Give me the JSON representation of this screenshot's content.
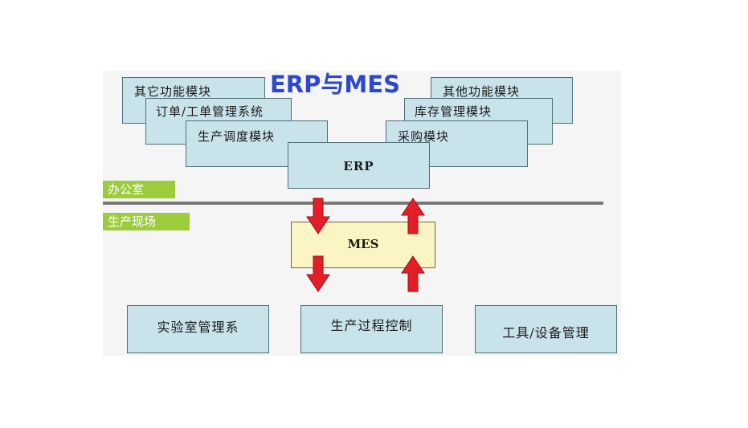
{
  "title": "ERP与MES",
  "office_label": "办公室",
  "factory_label": "生产现场",
  "left_modules": [
    "其它功能模块",
    "订单/工单管理系统",
    "生产调度模块"
  ],
  "right_modules": [
    "其他功能模块",
    "库存管理模块",
    "采购模块"
  ],
  "erp_label": "ERP",
  "mes_label": "MES",
  "bottom_modules": [
    "实验室管理系",
    "生产过程控制",
    "工具/设备管理"
  ],
  "colors": {
    "title": "#2d48c8",
    "module_fill": "#c9e3ea",
    "mes_fill": "#fbf5c4",
    "zone_tag": "#9ccc3c",
    "arrow": "#e41e26"
  }
}
